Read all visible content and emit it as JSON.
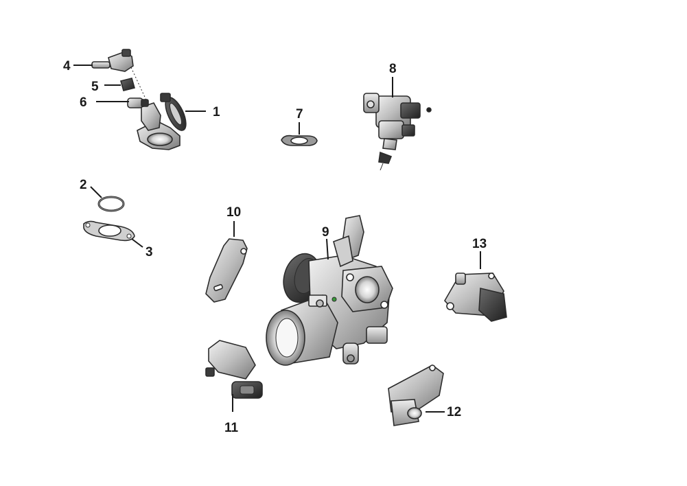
{
  "diagram": {
    "callouts": [
      {
        "id": "1",
        "label": "1"
      },
      {
        "id": "2",
        "label": "2"
      },
      {
        "id": "3",
        "label": "3"
      },
      {
        "id": "4",
        "label": "4"
      },
      {
        "id": "5",
        "label": "5"
      },
      {
        "id": "6",
        "label": "6"
      },
      {
        "id": "7",
        "label": "7"
      },
      {
        "id": "8",
        "label": "8"
      },
      {
        "id": "9",
        "label": "9"
      },
      {
        "id": "10",
        "label": "10"
      },
      {
        "id": "11",
        "label": "11"
      },
      {
        "id": "12",
        "label": "12"
      },
      {
        "id": "13",
        "label": "13"
      }
    ],
    "colors": {
      "background": "#ffffff",
      "line": "#1a1a1a",
      "metal_light": "#d9d9d9",
      "metal_mid": "#a9a9a9",
      "metal_dark": "#5e5e5e",
      "rubber": "#2a2a2a"
    }
  }
}
